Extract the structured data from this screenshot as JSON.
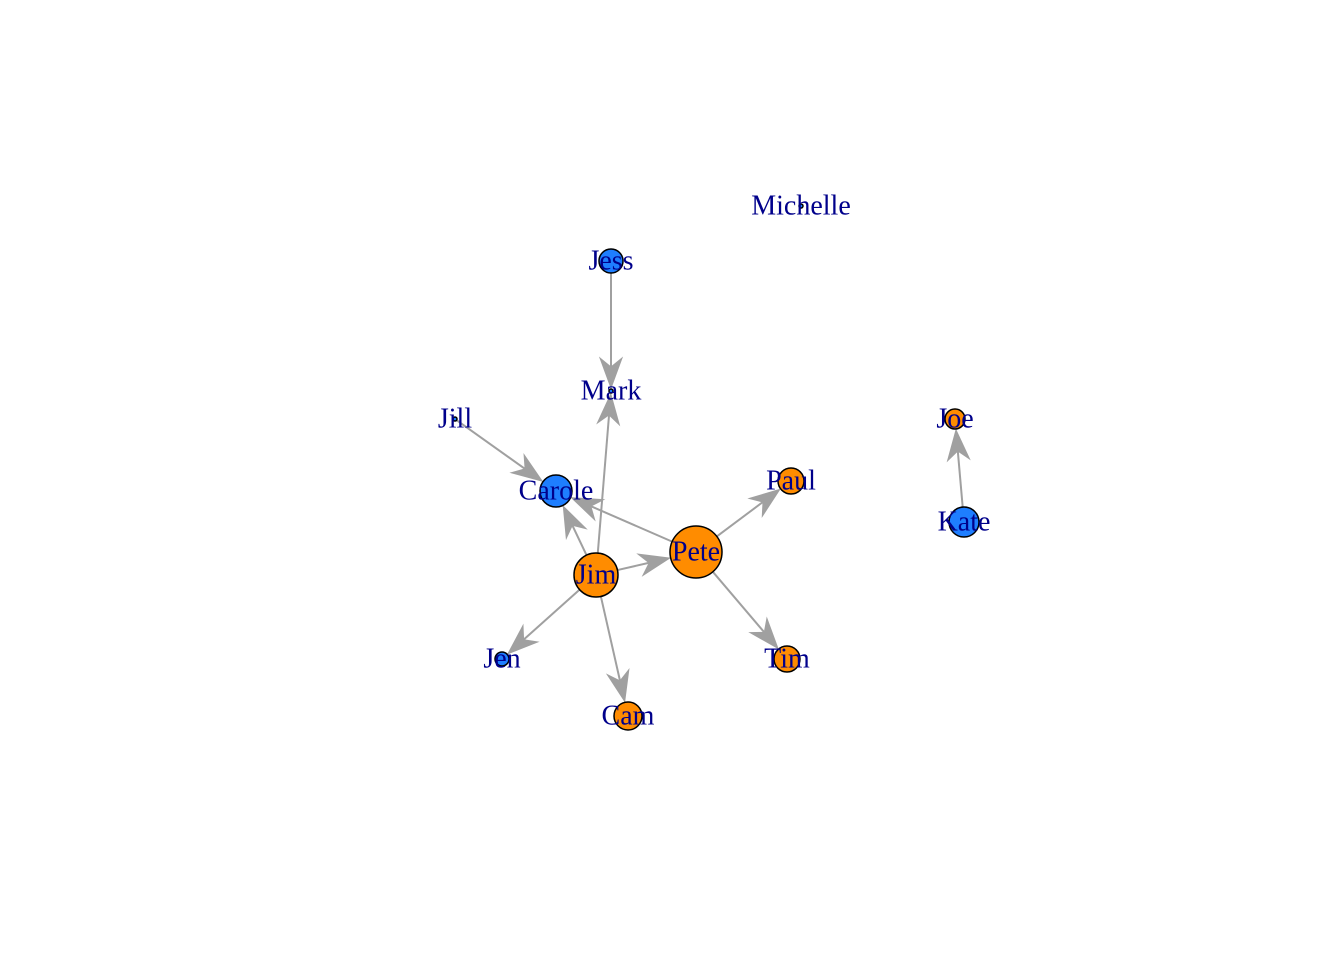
{
  "colors": {
    "orange": "#ff8c00",
    "blue": "#1e7eff",
    "edge": "#a0a0a0",
    "label": "#00008b"
  },
  "nodes": [
    {
      "id": "Michelle",
      "label": "Michelle",
      "color": "blue"
    },
    {
      "id": "Jess",
      "label": "Jess",
      "color": "blue"
    },
    {
      "id": "Mark",
      "label": "Mark",
      "color": "blue"
    },
    {
      "id": "Jill",
      "label": "Jill",
      "color": "blue"
    },
    {
      "id": "Joe",
      "label": "Joe",
      "color": "orange"
    },
    {
      "id": "Paul",
      "label": "Paul",
      "color": "orange"
    },
    {
      "id": "Carole",
      "label": "Carole",
      "color": "blue"
    },
    {
      "id": "Kate",
      "label": "Kate",
      "color": "blue"
    },
    {
      "id": "Pete",
      "label": "Pete",
      "color": "orange"
    },
    {
      "id": "Jim",
      "label": "Jim",
      "color": "orange"
    },
    {
      "id": "Jen",
      "label": "Jen",
      "color": "blue"
    },
    {
      "id": "Tim",
      "label": "Tim",
      "color": "orange"
    },
    {
      "id": "Cam",
      "label": "Cam",
      "color": "orange"
    }
  ],
  "edges": [
    {
      "from": "Jess",
      "to": "Mark"
    },
    {
      "from": "Jim",
      "to": "Mark"
    },
    {
      "from": "Jill",
      "to": "Carole"
    },
    {
      "from": "Pete",
      "to": "Carole"
    },
    {
      "from": "Jim",
      "to": "Carole"
    },
    {
      "from": "Jim",
      "to": "Pete"
    },
    {
      "from": "Pete",
      "to": "Paul"
    },
    {
      "from": "Pete",
      "to": "Tim"
    },
    {
      "from": "Jim",
      "to": "Jen"
    },
    {
      "from": "Jim",
      "to": "Cam"
    },
    {
      "from": "Kate",
      "to": "Joe"
    }
  ]
}
